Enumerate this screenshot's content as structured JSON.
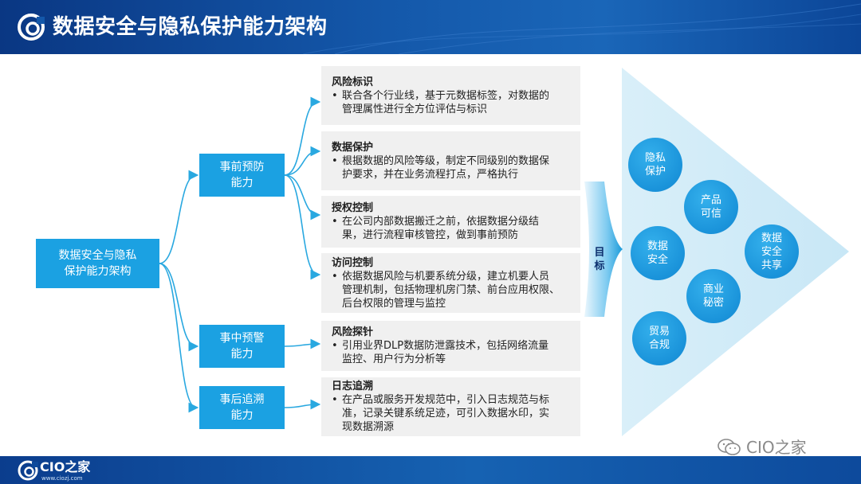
{
  "header": {
    "title": "数据安全与隐私保护能力架构",
    "logo_icon": "cio-swirl-logo"
  },
  "root": {
    "line1": "数据安全与隐私",
    "line2": "保护能力架构"
  },
  "phases": [
    {
      "line1": "事前预防",
      "line2": "能力"
    },
    {
      "line1": "事中预警",
      "line2": "能力"
    },
    {
      "line1": "事后追溯",
      "line2": "能力"
    }
  ],
  "items": [
    {
      "title": "风险标识",
      "bullet": "•",
      "lines": [
        "联合各个行业线，基于元数据标签，对数据的",
        "管理属性进行全方位评估与标识"
      ]
    },
    {
      "title": "数据保护",
      "bullet": "•",
      "lines": [
        "根据数据的风险等级，制定不同级别的数据保",
        "护要求，并在业务流程打点，严格执行"
      ]
    },
    {
      "title": "授权控制",
      "bullet": "•",
      "lines": [
        "在公司内部数据搬迁之前，依据数据分级结",
        "果，进行流程审核管控，做到事前预防"
      ]
    },
    {
      "title": "访问控制",
      "bullet": "•",
      "lines": [
        "依据数据风险与机要系统分级，建立机要人员",
        "管理机制，包括物理机房门禁、前台应用权限、",
        "后台权限的管理与监控"
      ]
    },
    {
      "title": "风险探针",
      "bullet": "•",
      "lines": [
        "引用业界DLP数据防泄露技术，包括网络流量",
        "监控、用户行为分析等"
      ]
    },
    {
      "title": "日志追溯",
      "bullet": "•",
      "lines": [
        "在产品或服务开发规范中，引入日志规范与标",
        "准，记录关键系统足迹，可引入数据水印，实",
        "现数据溯源"
      ]
    }
  ],
  "goal": {
    "char1": "目",
    "char2": "标"
  },
  "circles": [
    {
      "line1": "隐私",
      "line2": "保护"
    },
    {
      "line1": "产品",
      "line2": "可信"
    },
    {
      "line1": "数据",
      "line2": "安全"
    },
    {
      "line1": "数据",
      "line2": "安全",
      "line3": "共享"
    },
    {
      "line1": "商业",
      "line2": "秘密"
    },
    {
      "line1": "贸易",
      "line2": "合规"
    }
  ],
  "footer": {
    "brand": "CIO之家",
    "url": "www.ciozj.com"
  },
  "watermark": {
    "text": "CIO之家",
    "icon": "wechat-icon"
  },
  "colors": {
    "header_blue": "#1458aa",
    "box_blue": "#1ba1e2",
    "connector": "#29a8e0",
    "item_bg": "#f0f0f0",
    "triangle": "#d3ecf8",
    "circle_blue": "#1a93da",
    "goal_text": "#0d2f6e"
  }
}
